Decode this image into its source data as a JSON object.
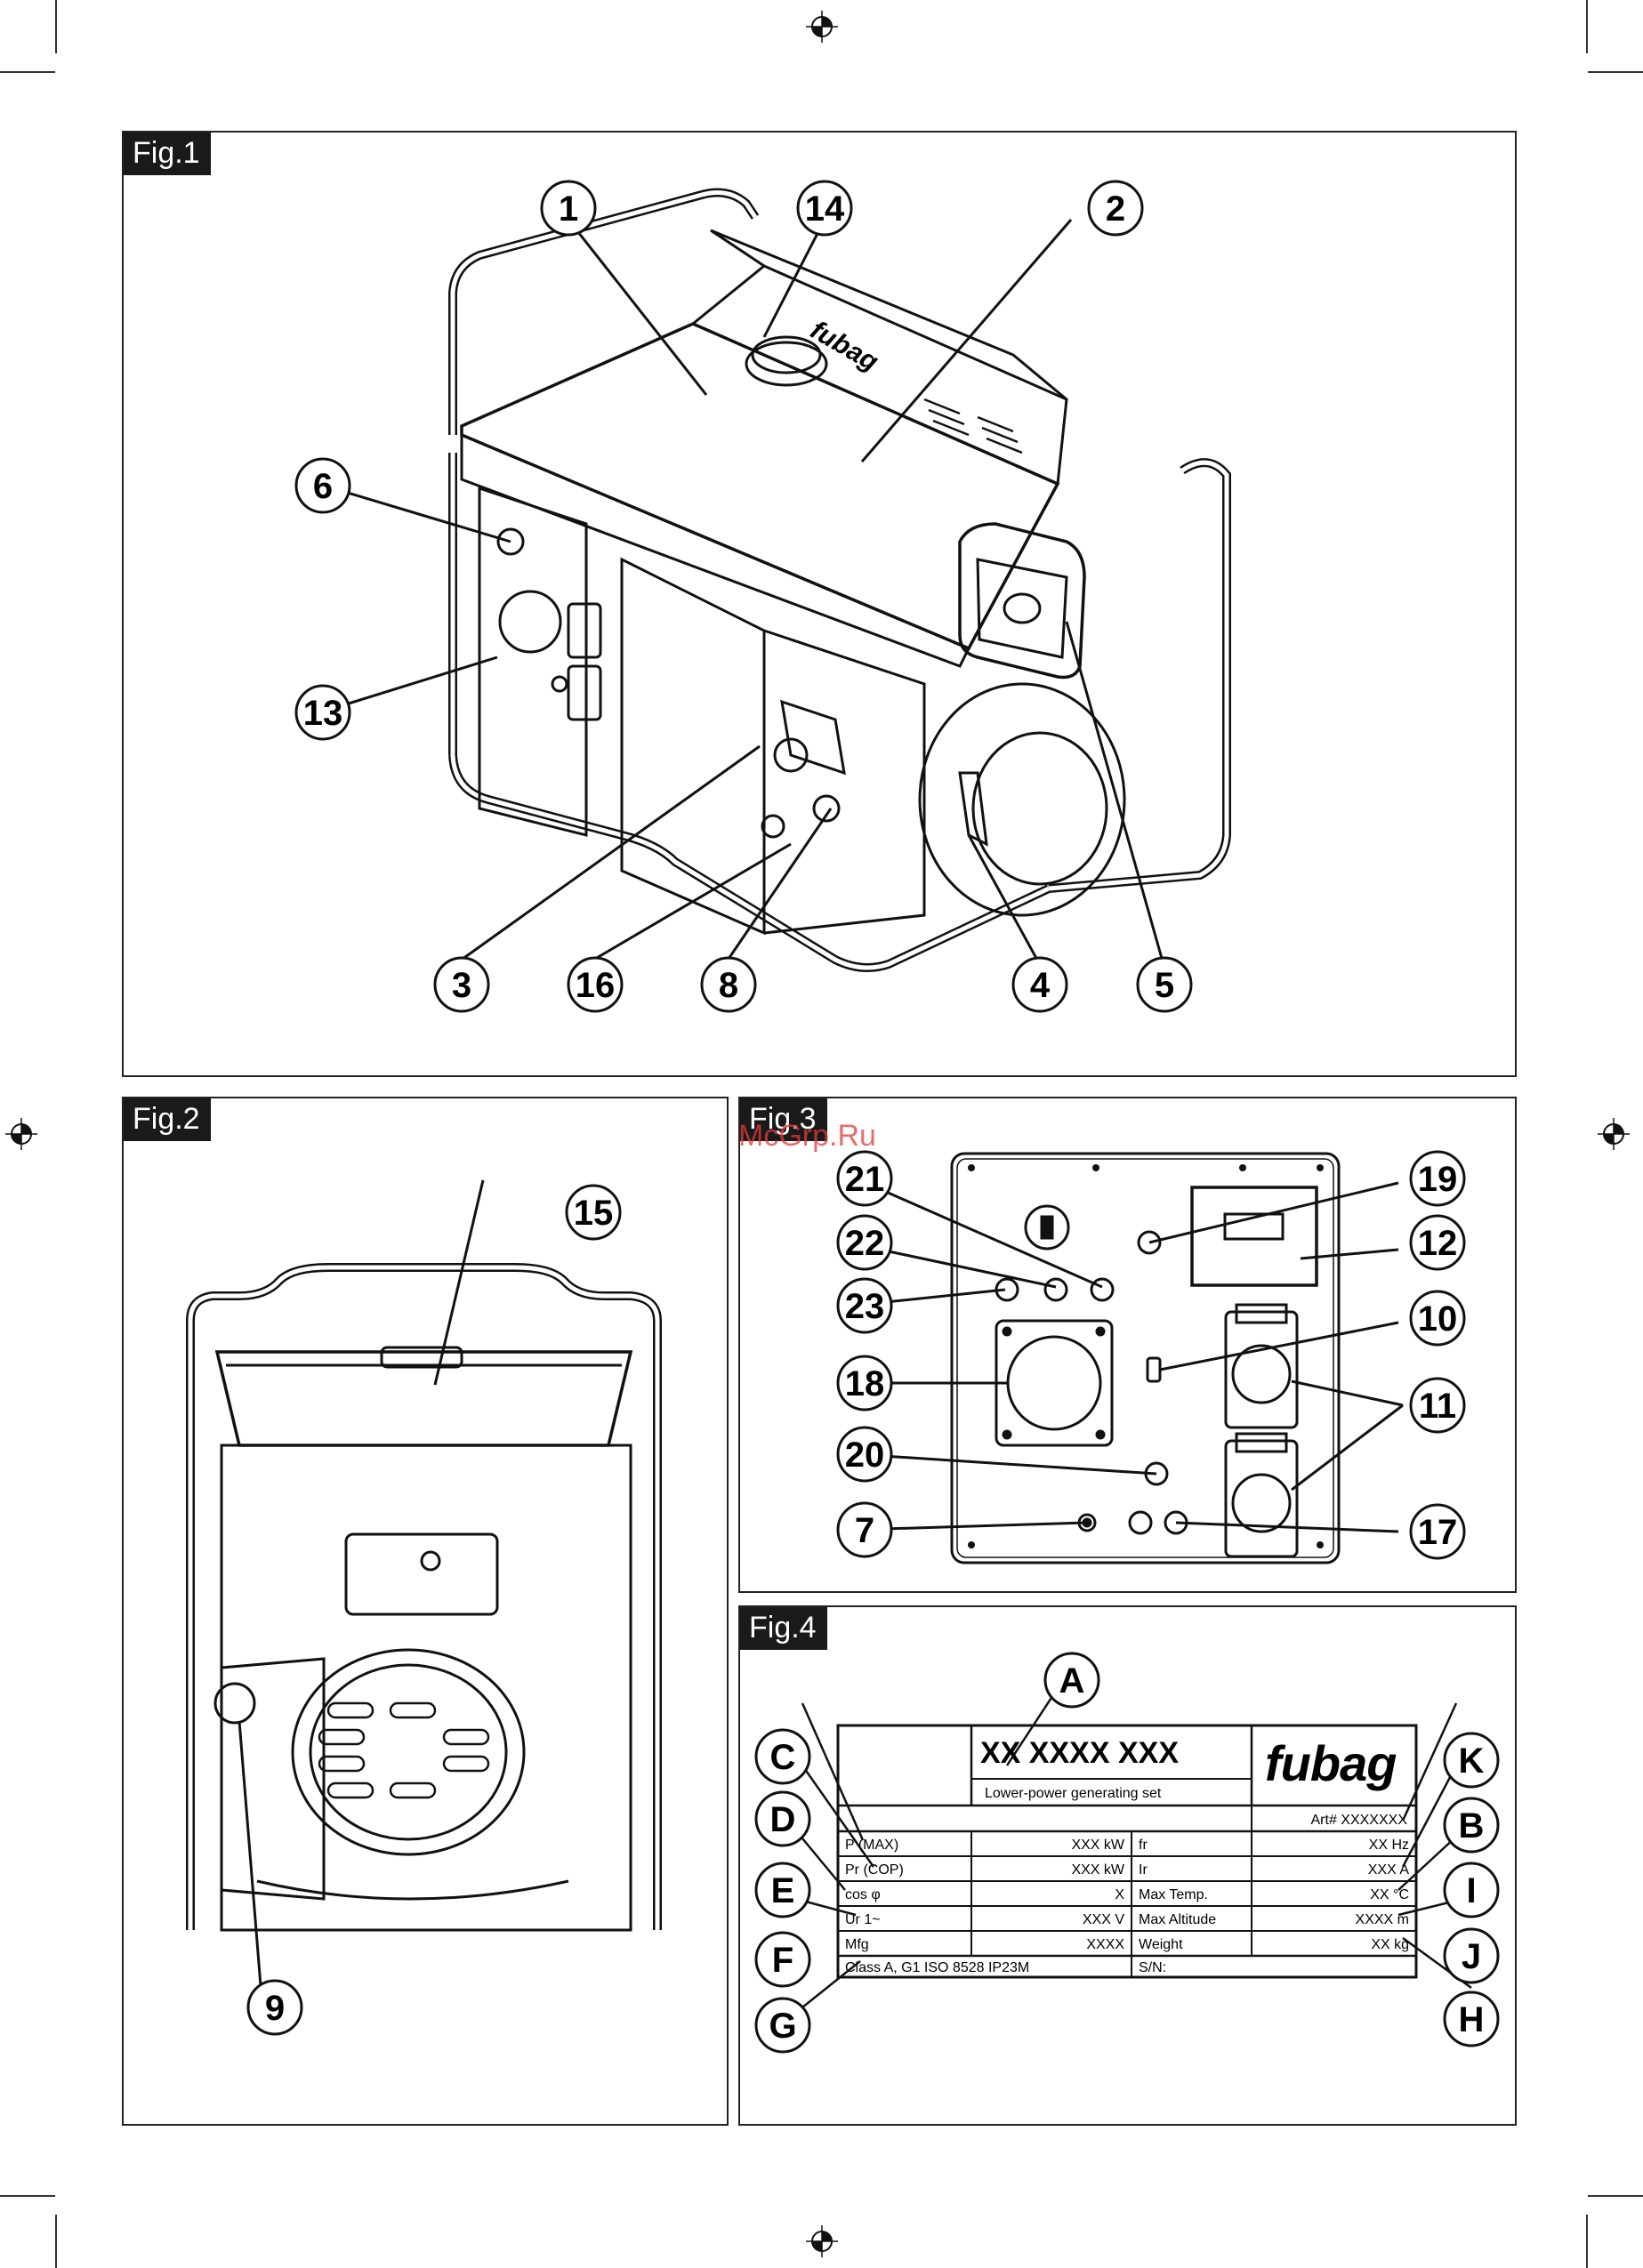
{
  "figures": {
    "fig1": {
      "label": "Fig.1",
      "callouts": [
        "1",
        "14",
        "2",
        "6",
        "13",
        "3",
        "16",
        "8",
        "4",
        "5"
      ],
      "brand": "fubag"
    },
    "fig2": {
      "label": "Fig.2",
      "callouts": [
        "15",
        "9"
      ]
    },
    "fig3": {
      "label": "Fig.3",
      "callouts": [
        "21",
        "22",
        "23",
        "18",
        "20",
        "7",
        "19",
        "12",
        "10",
        "11",
        "17"
      ]
    },
    "fig4": {
      "label": "Fig.4",
      "callouts": [
        "A",
        "C",
        "D",
        "E",
        "F",
        "G",
        "K",
        "B",
        "I",
        "J",
        "H"
      ]
    }
  },
  "watermark": "McGrp.Ru",
  "nameplate": {
    "model": "XX XXXX XXX",
    "subtitle": "Lower-power generating set",
    "brand": "fubag",
    "art": "Art#  XXXXXXX",
    "rows": [
      {
        "l_label": "P (MAX)",
        "l_value": "XXX kW",
        "r_label": "fr",
        "r_value": "XX Hz"
      },
      {
        "l_label": "Pr (COP)",
        "l_value": "XXX kW",
        "r_label": "Ir",
        "r_value": "XXX A"
      },
      {
        "l_label": "cos φ",
        "l_value": "X",
        "r_label": "Max Temp.",
        "r_value": "XX °C"
      },
      {
        "l_label": "Ur 1~",
        "l_value": "XXX V",
        "r_label": "Max Altitude",
        "r_value": "XXXX m"
      },
      {
        "l_label": "Mfg",
        "l_value": "XXXX",
        "r_label": "Weight",
        "r_value": "XX kg"
      }
    ],
    "footer_left": "Class A, G1 ISO 8528   IP23M",
    "footer_right": "S/N:"
  }
}
